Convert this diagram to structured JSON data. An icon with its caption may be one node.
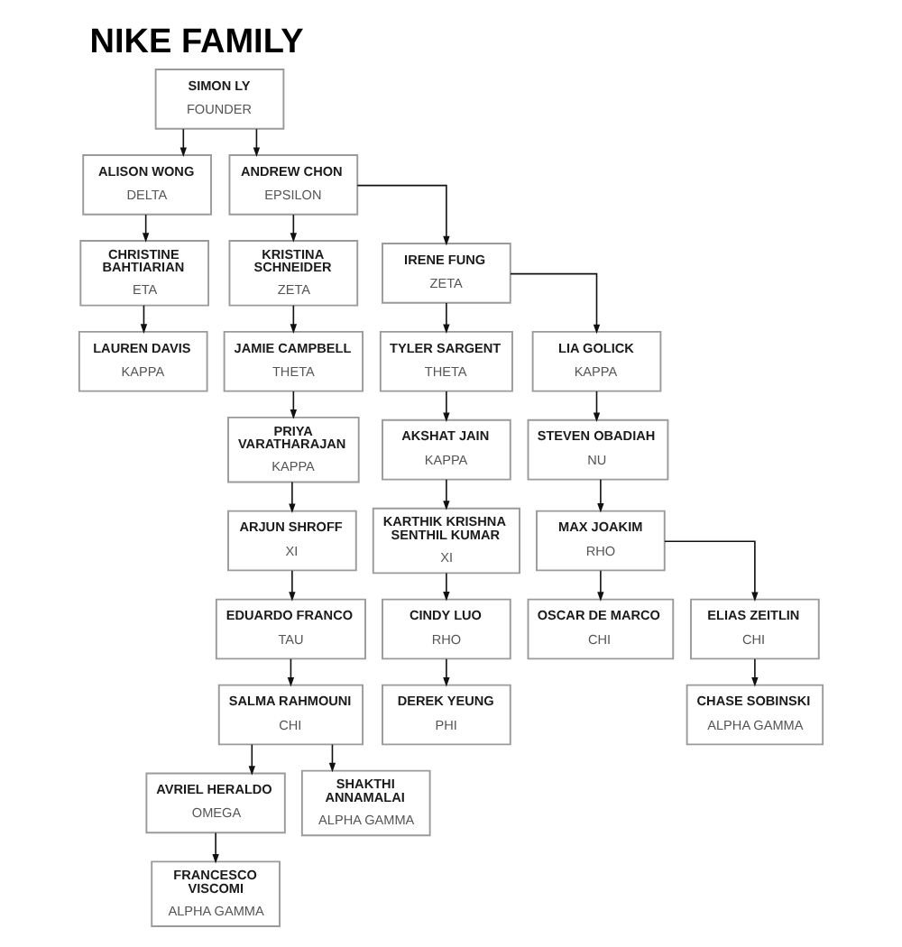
{
  "diagram": {
    "title": "NIKE FAMILY",
    "nodes": [
      {
        "text": [
          "SIMON LY",
          "FOUNDER"
        ]
      },
      {
        "text": [
          "ALISON WONG",
          "DELTA"
        ]
      },
      {
        "text": [
          "ANDREW CHON",
          "EPSILON"
        ]
      },
      {
        "text": [
          "CHRISTINE BAHTIARIAN",
          "ETA"
        ]
      },
      {
        "text": [
          "KRISTINA SCHNEIDER",
          "ZETA"
        ]
      },
      {
        "text": [
          "IRENE FUNG",
          "ZETA"
        ]
      },
      {
        "text": [
          "LAUREN DAVIS",
          "KAPPA"
        ]
      },
      {
        "text": [
          "JAMIE CAMPBELL",
          "THETA"
        ]
      },
      {
        "text": [
          "TYLER SARGENT",
          "THETA"
        ]
      },
      {
        "text": [
          "LIA GOLICK",
          "KAPPA"
        ]
      },
      {
        "text": [
          "PRIYA VARATHARAJAN",
          "KAPPA"
        ]
      },
      {
        "text": [
          "AKSHAT JAIN",
          "KAPPA"
        ]
      },
      {
        "text": [
          "STEVEN OBADIAH",
          "NU"
        ]
      },
      {
        "text": [
          "ARJUN SHROFF",
          "XI"
        ]
      },
      {
        "text": [
          "KARTHIK KRISHNA SENTHIL KUMAR",
          "XI"
        ]
      },
      {
        "text": [
          "MAX JOAKIM",
          "RHO"
        ]
      },
      {
        "text": [
          "EDUARDO FRANCO",
          "TAU"
        ]
      },
      {
        "text": [
          "CINDY LUO",
          "RHO"
        ]
      },
      {
        "text": [
          "OSCAR DE MARCO",
          "CHI"
        ]
      },
      {
        "text": [
          "ELIAS ZEITLIN",
          "CHI"
        ]
      },
      {
        "text": [
          "SALMA RAHMOUNI",
          "CHI"
        ]
      },
      {
        "text": [
          "DEREK YEUNG",
          "PHI"
        ]
      },
      {
        "text": [
          "CHASE SOBINSKI",
          "ALPHA GAMMA"
        ]
      },
      {
        "text": [
          "AVRIEL HERALDO",
          "OMEGA"
        ]
      },
      {
        "text": [
          "SHAKTHI ANNAMALAI",
          "ALPHA GAMMA"
        ]
      },
      {
        "text": [
          "FRANCESCO VISCOMI",
          "ALPHA GAMMA"
        ]
      }
    ],
    "edges": [
      {
        "from": 0,
        "to": 1,
        "arrow": "to"
      },
      {
        "from": 0,
        "to": 2,
        "arrow": "to"
      },
      {
        "from": 1,
        "to": 3,
        "arrow": "to"
      },
      {
        "from": 2,
        "to": 4,
        "arrow": "to"
      },
      {
        "from": 2,
        "to": 5,
        "arrow": "to"
      },
      {
        "from": 3,
        "to": 6,
        "arrow": "to"
      },
      {
        "from": 4,
        "to": 7,
        "arrow": "to"
      },
      {
        "from": 5,
        "to": 8,
        "arrow": "to"
      },
      {
        "from": 5,
        "to": 9,
        "arrow": "to"
      },
      {
        "from": 7,
        "to": 10,
        "arrow": "to"
      },
      {
        "from": 8,
        "to": 11,
        "arrow": "to"
      },
      {
        "from": 9,
        "to": 12,
        "arrow": "to"
      },
      {
        "from": 10,
        "to": 13,
        "arrow": "to"
      },
      {
        "from": 11,
        "to": 14,
        "arrow": "to"
      },
      {
        "from": 12,
        "to": 15,
        "arrow": "to"
      },
      {
        "from": 13,
        "to": 16,
        "arrow": "to"
      },
      {
        "from": 14,
        "to": 17,
        "arrow": "to"
      },
      {
        "from": 15,
        "to": 18,
        "arrow": "to"
      },
      {
        "from": 15,
        "to": 19,
        "arrow": "to"
      },
      {
        "from": 16,
        "to": 20,
        "arrow": "to"
      },
      {
        "from": 17,
        "to": 21,
        "arrow": "to"
      },
      {
        "from": 19,
        "to": 22,
        "arrow": "to"
      },
      {
        "from": 20,
        "to": 23,
        "arrow": "to"
      },
      {
        "from": 20,
        "to": 24,
        "arrow": "to"
      },
      {
        "from": 23,
        "to": 25,
        "arrow": "to"
      }
    ]
  }
}
